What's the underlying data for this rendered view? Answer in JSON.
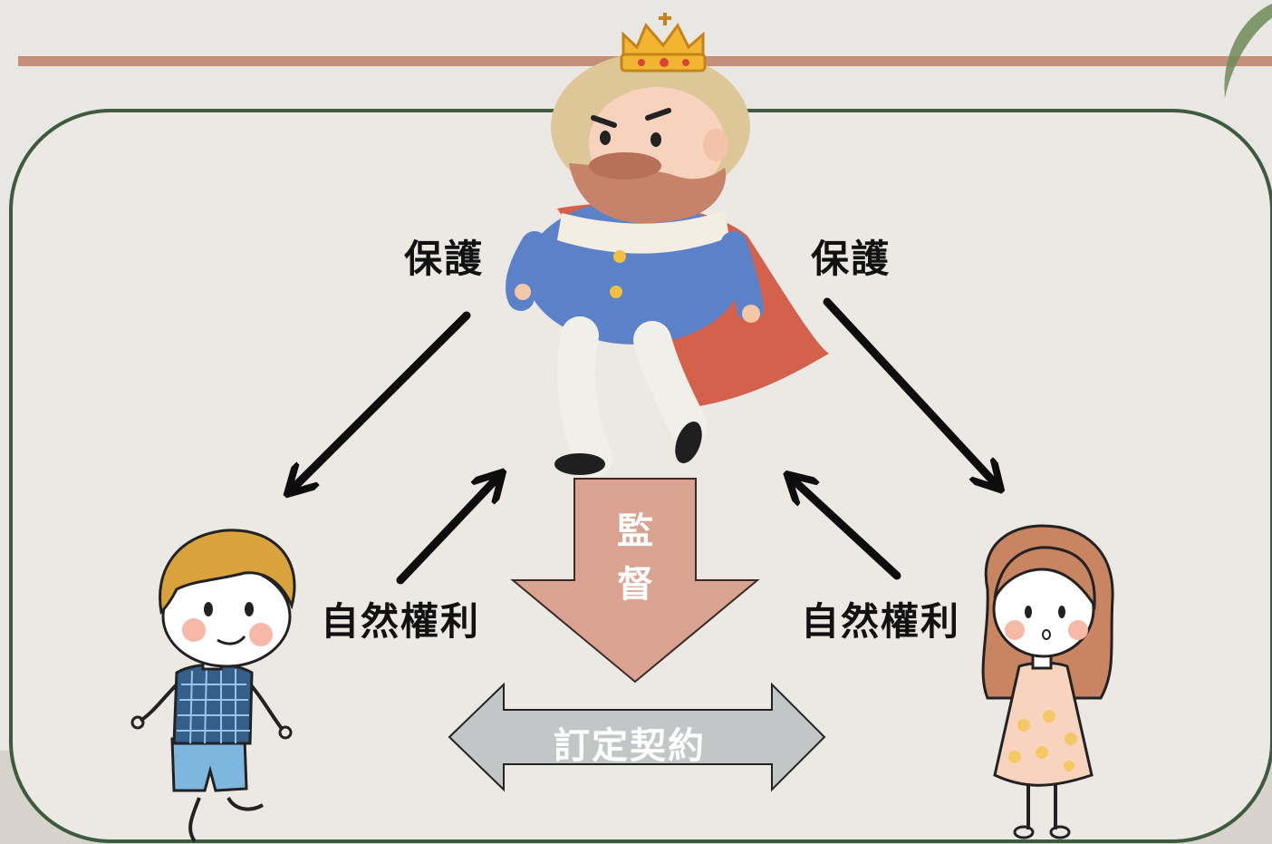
{
  "labels": {
    "protect_left": "保護",
    "protect_right": "保護",
    "rights_left": "自然權利",
    "rights_right": "自然權利",
    "supervise_top": "監",
    "supervise_bottom": "督",
    "contract": "訂定契約"
  },
  "colors": {
    "background": "#e9e7e4",
    "panel": "#ece9e5",
    "panel_border": "#3f5b3f",
    "top_rule": "#c28f78",
    "supervise_arrow": "#d9a291",
    "contract_arrow": "#c2c6c7",
    "arrow_ink": "#0d0d0d"
  },
  "figures": {
    "king": "king-illustration",
    "boy": "boy-illustration",
    "girl": "girl-illustration"
  }
}
